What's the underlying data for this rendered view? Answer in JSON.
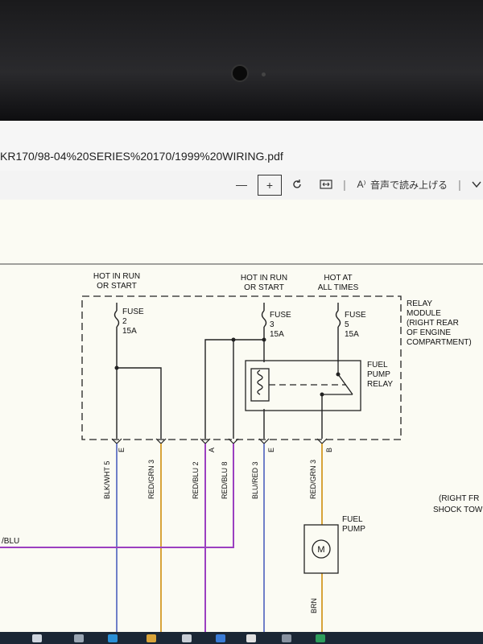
{
  "window": {
    "filename": "KR170/98-04%20SERIES%20170/1999%20WIRING.pdf"
  },
  "toolbar": {
    "zoom_out_label": "—",
    "zoom_in_label": "+",
    "read_aloud_label": "音声で読み上げる",
    "read_aloud_prefix": "A⁾",
    "separator": "|"
  },
  "diagram": {
    "hot_run_start_1a": "HOT IN RUN",
    "hot_run_start_1b": "OR START",
    "hot_run_start_2a": "HOT IN RUN",
    "hot_run_start_2b": "OR START",
    "hot_all_times_a": "HOT AT",
    "hot_all_times_b": "ALL TIMES",
    "relay_module_lines": [
      "RELAY",
      "MODULE",
      "(RIGHT REAR",
      "OF ENGINE",
      "COMPARTMENT)"
    ],
    "fuse_a": {
      "label": "FUSE",
      "number": "2",
      "rating": "15A"
    },
    "fuse_b": {
      "label": "FUSE",
      "number": "3",
      "rating": "15A"
    },
    "fuse_c": {
      "label": "FUSE",
      "number": "5",
      "rating": "15A"
    },
    "relay_lines": [
      "FUEL",
      "PUMP",
      "RELAY"
    ],
    "pins": [
      "E",
      "A",
      "E",
      "B"
    ],
    "wires": [
      "BLK/WHT 5",
      "RED/GRN 3",
      "RED/BLU 2",
      "RED/BLU 8",
      "BLU/RED 3",
      "RED/GRN 3"
    ],
    "left_wire": "/BLU",
    "right_lines": [
      "(RIGHT FR",
      "SHOCK TOW"
    ],
    "pump_lines": [
      "FUEL",
      "PUMP"
    ],
    "pump_symbol": "M",
    "bottom_wire": "BRN"
  },
  "colors": {
    "yellow_wire": "#d8a43a",
    "purple_wire": "#9b3fc0",
    "black_wire": "#222222",
    "blue_wire": "#6f7fc8"
  }
}
